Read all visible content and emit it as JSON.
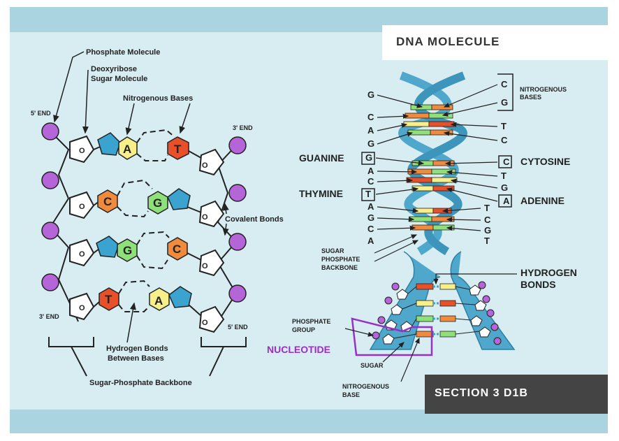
{
  "title": "DNA MOLECULE",
  "section": "SECTION 3 D1B",
  "left_labels": {
    "phosphate_molecule": "Phosphate Molecule",
    "deoxyribose_1": "Deoxyribose",
    "deoxyribose_2": "Sugar Molecule",
    "nitrogenous_bases": "Nitrogenous Bases",
    "five_end_top": "5' END",
    "three_end_top": "3' END",
    "covalent_bonds": "Covalent Bonds",
    "three_end_bottom": "3' END",
    "five_end_bottom": "5' END",
    "hydrogen_bonds_1": "Hydrogen Bonds",
    "hydrogen_bonds_2": "Between Bases",
    "backbone": "Sugar-Phosphate Backbone",
    "sugar_o": "O"
  },
  "left_pairs": [
    {
      "left": "A",
      "right": "T"
    },
    {
      "left": "C",
      "right": "G"
    },
    {
      "left": "G",
      "right": "C"
    },
    {
      "left": "T",
      "right": "A"
    }
  ],
  "right_labels": {
    "nitrogenous_bases_1": "NITROGENOUS",
    "nitrogenous_bases_2": "BASES",
    "guanine": "GUANINE",
    "thymine": "THYMINE",
    "cytosine": "CYTOSINE",
    "adenine": "ADENINE",
    "sugar_1": "SUGAR",
    "sugar_2": "PHOSPHATE",
    "sugar_3": "BACKBONE",
    "hydrogen_1": "HYDROGEN",
    "hydrogen_2": "BONDS",
    "phosphate_group_1": "PHOSPHATE",
    "phosphate_group_2": "GROUP",
    "nucleotide": "NUCLEOTIDE",
    "sugar": "SUGAR",
    "nitro_base_1": "NITROGENOUS",
    "nitro_base_2": "BASE"
  },
  "helix_left_letters": [
    "G",
    "C",
    "A",
    "G",
    "G",
    "A",
    "C",
    "T",
    "A",
    "G",
    "C",
    "A"
  ],
  "helix_right_letters": [
    "C",
    "G",
    "T",
    "C",
    "C",
    "T",
    "G",
    "A",
    "T",
    "C",
    "G",
    "T"
  ],
  "colors": {
    "phosphate": "#b565d8",
    "adenine": "#f7f08a",
    "thymine": "#e8502a",
    "cytosine": "#f08a3c",
    "guanine": "#8fe07a",
    "pentagon": "#3aa3cf",
    "helix": "#4fa8cc",
    "nucleotide": "#9a2fc8"
  }
}
